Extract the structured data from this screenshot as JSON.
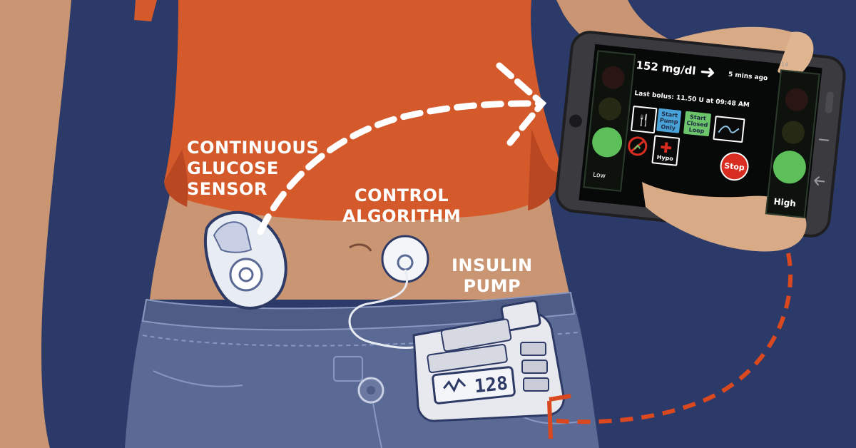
{
  "labels": {
    "cgm": "CONTINUOUS\nGLUCOSE\nSENSOR",
    "control": "CONTROL\nALGORITHM",
    "pump": "INSULIN\nPUMP"
  },
  "phone": {
    "glucose": "152 mg/dl",
    "trend_icon": "arrow-right-icon",
    "time_ago": "5 mins ago",
    "last_bolus": "Last bolus: 11.50 U at 09:48 AM",
    "status_time": "14",
    "low_label": "Low",
    "high_label": "High",
    "buttons": {
      "meal_icon": "fork-knife-icon",
      "start_pump": "Start\nPump\nOnly",
      "start_closed": "Start\nClosed\nLoop",
      "graph_icon": "trend-graph-icon",
      "no_exercise_icon": "no-exercise-icon",
      "hypo": "Hypo",
      "stop": "Stop"
    }
  },
  "pump_display": {
    "reading": "128"
  },
  "colors": {
    "background": "#2b3a68",
    "shirt": "#d45a2c",
    "skin": "#c99572",
    "jeans": "#5b6a94",
    "signal_white": "#ffffff",
    "signal_orange": "#d9481f",
    "indicator_green": "#5cbf5a",
    "stop_red": "#d82d20"
  }
}
